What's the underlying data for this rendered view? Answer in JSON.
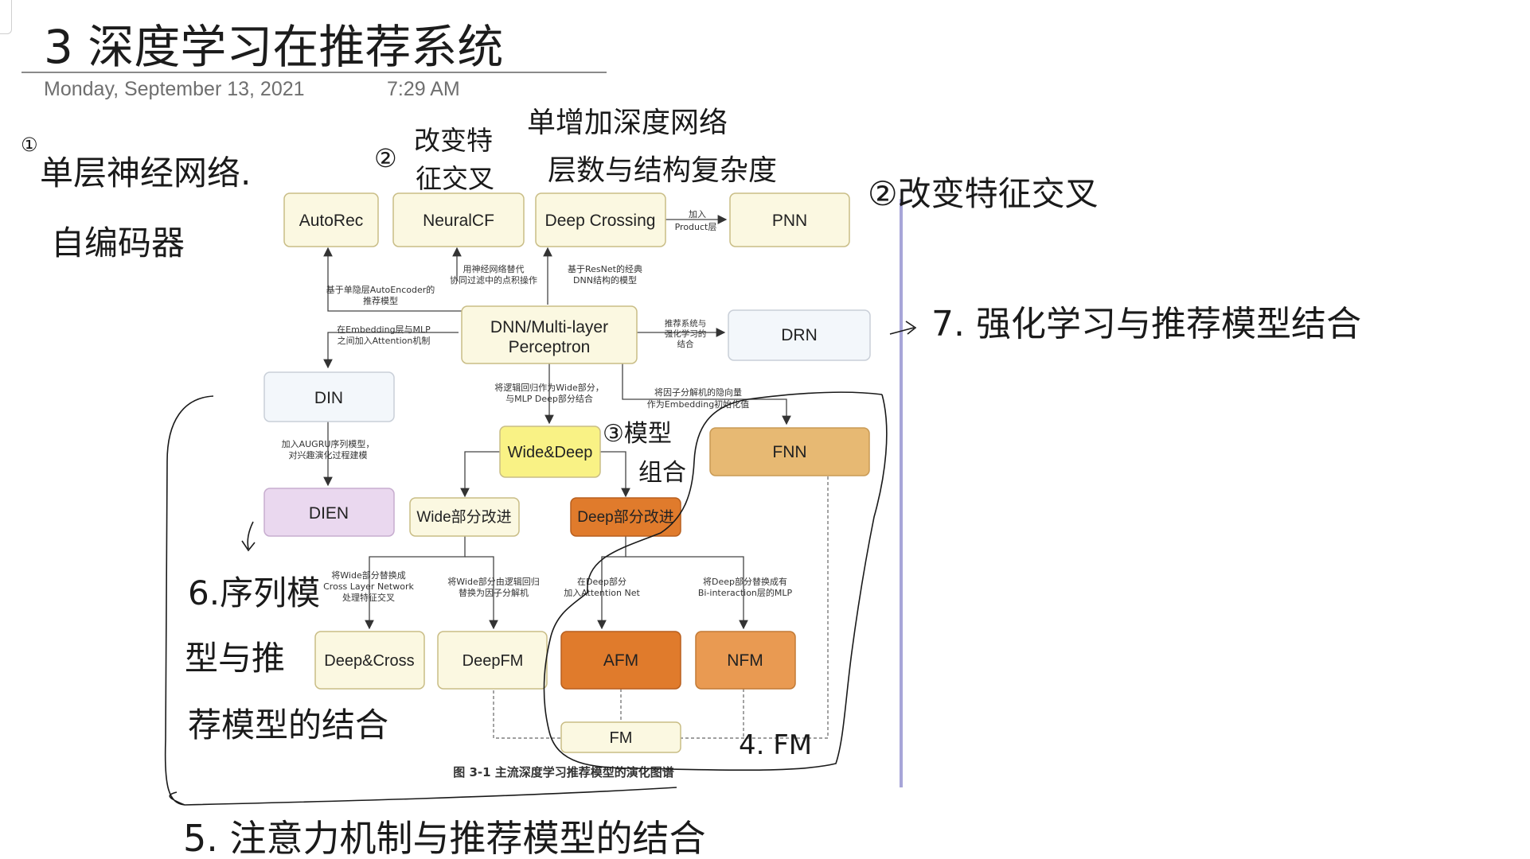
{
  "page": {
    "title": "3 深度学习在推荐系统",
    "date": "Monday, September 13, 2021",
    "time": "7:29 AM"
  },
  "diagram": {
    "nodes": {
      "autorec": "AutoRec",
      "neuralcf": "NeuralCF",
      "deepcrossing": "Deep Crossing",
      "pnn": "PNN",
      "dnn_line1": "DNN/Multi-layer",
      "dnn_line2": "Perceptron",
      "drn": "DRN",
      "din": "DIN",
      "widedeep": "Wide&Deep",
      "fnn": "FNN",
      "dien": "DIEN",
      "wide_improve": "Wide部分改进",
      "deep_improve": "Deep部分改进",
      "deepcross": "Deep&Cross",
      "deepfm": "DeepFM",
      "afm": "AFM",
      "nfm": "NFM",
      "fm": "FM"
    },
    "edge_labels": {
      "add_product_1": "加入",
      "add_product_2": "Product层",
      "autoencoder_1": "基于单隐层AutoEncoder的",
      "autoencoder_2": "推荐模型",
      "neural_1": "用神经网络替代",
      "neural_2": "协同过滤中的点积操作",
      "resnet_1": "基于ResNet的经典",
      "resnet_2": "DNN结构的模型",
      "attention_1": "在Embedding层与MLP",
      "attention_2": "之间加入Attention机制",
      "rl_1": "推荐系统与",
      "rl_2": "强化学习的",
      "rl_3": "结合",
      "lr_wide_1": "将逻辑回归作为Wide部分，",
      "lr_wide_2": "与MLP Deep部分结合",
      "fm_embed_1": "将因子分解机的隐向量",
      "fm_embed_2": "作为Embedding初始化值",
      "augru_1": "加入AUGRU序列模型，",
      "augru_2": "对兴趣演化过程建模",
      "cross_1": "将Wide部分替换成",
      "cross_2": "Cross Layer Network",
      "cross_3": "处理特征交叉",
      "wide_fm_1": "将Wide部分由逻辑回归",
      "wide_fm_2": "替换为因子分解机",
      "deep_att_1": "在Deep部分",
      "deep_att_2": "加入Attention Net",
      "bi_1": "将Deep部分替换成有",
      "bi_2": "Bi-interaction层的MLP"
    },
    "caption": "图 3-1    主流深度学习推荐模型的演化图谱"
  },
  "handwriting": {
    "n1_num": "①",
    "n1_line1": "单层神经网络.",
    "n1_line2": "自编码器",
    "n2a_num": "②",
    "n2a_line1": "改变特",
    "n2a_line2": "征交叉",
    "n2b_line1": "单增加深度网络",
    "n2b_line2": "层数与结构复杂度",
    "n2c": "②改变特征交叉",
    "n7": "7. 强化学习与推荐模型结合",
    "n3_line1": "③模型",
    "n3_line2": "组合",
    "n6_line1": "6.序列模",
    "n6_line2": "型与推",
    "n6_line3": "荐模型的结合",
    "n4": "4. FM",
    "n5": "5. 注意力机制与推荐模型的结合"
  },
  "colors": {
    "cream_fill": "#fbf8e1",
    "cream_stroke": "#c9bd86",
    "pale_blue_fill": "#f3f7fb",
    "yellow_fill": "#f9f285",
    "tan_fill": "#e7b973",
    "orange_fill": "#e07b2c",
    "light_orange_fill": "#e99a52",
    "lilac_fill": "#ead8ef",
    "sidebar_line": "#a7a5d8",
    "ink": "#1a1a1a"
  }
}
